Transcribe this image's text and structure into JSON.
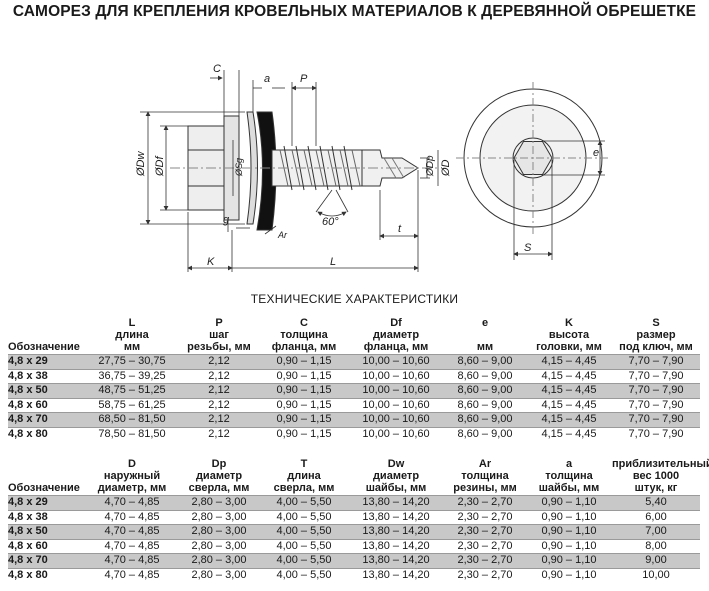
{
  "title": "САМОРЕЗ ДЛЯ КРЕПЛЕНИЯ КРОВЕЛЬНЫХ МАТЕРИАЛОВ К ДЕРЕВЯННОЙ ОБРЕШЕТКЕ",
  "drawing_labels": {
    "C": "C",
    "a": "a",
    "P": "P",
    "Dw": "ØDw",
    "Df": "ØDf",
    "Sg": "ØSg",
    "Dp": "ØDp",
    "D": "ØD",
    "g": "g",
    "Ar": "Ar",
    "angle": "60°",
    "t": "t",
    "K": "K",
    "L": "L",
    "e": "e",
    "S": "S"
  },
  "subtitle": "ТЕХНИЧЕСКИЕ ХАРАКТЕРИСТИКИ",
  "table1": {
    "headers": [
      {
        "l1": "",
        "l2": "",
        "l3": "Обозначение"
      },
      {
        "l1": "L",
        "l2": "длина",
        "l3": "мм"
      },
      {
        "l1": "P",
        "l2": "шаг",
        "l3": "резьбы, мм"
      },
      {
        "l1": "C",
        "l2": "толщина",
        "l3": "фланца, мм"
      },
      {
        "l1": "Df",
        "l2": "диаметр",
        "l3": "фланца, мм"
      },
      {
        "l1": "e",
        "l2": "",
        "l3": "мм"
      },
      {
        "l1": "K",
        "l2": "высота",
        "l3": "головки, мм"
      },
      {
        "l1": "S",
        "l2": "размер",
        "l3": "под ключ, мм"
      }
    ],
    "rows": [
      [
        "4,8 x 29",
        "27,75 – 30,75",
        "2,12",
        "0,90 – 1,15",
        "10,00 – 10,60",
        "8,60 – 9,00",
        "4,15 – 4,45",
        "7,70 – 7,90"
      ],
      [
        "4,8 x 38",
        "36,75 – 39,25",
        "2,12",
        "0,90 – 1,15",
        "10,00 – 10,60",
        "8,60 – 9,00",
        "4,15 – 4,45",
        "7,70 – 7,90"
      ],
      [
        "4,8 x 50",
        "48,75 – 51,25",
        "2,12",
        "0,90 – 1,15",
        "10,00 – 10,60",
        "8,60 – 9,00",
        "4,15 – 4,45",
        "7,70 – 7,90"
      ],
      [
        "4,8 x 60",
        "58,75 – 61,25",
        "2,12",
        "0,90 – 1,15",
        "10,00 – 10,60",
        "8,60 – 9,00",
        "4,15 – 4,45",
        "7,70 – 7,90"
      ],
      [
        "4,8 x 70",
        "68,50 – 81,50",
        "2,12",
        "0,90 – 1,15",
        "10,00 – 10,60",
        "8,60 – 9,00",
        "4,15 – 4,45",
        "7,70 – 7,90"
      ],
      [
        "4,8 x 80",
        "78,50 – 81,50",
        "2,12",
        "0,90 – 1,15",
        "10,00 – 10,60",
        "8,60 – 9,00",
        "4,15 – 4,45",
        "7,70 – 7,90"
      ]
    ]
  },
  "table2": {
    "headers": [
      {
        "l1": "",
        "l2": "",
        "l3": "Обозначение"
      },
      {
        "l1": "D",
        "l2": "наружный",
        "l3": "диаметр, мм"
      },
      {
        "l1": "Dp",
        "l2": "диаметр",
        "l3": "сверла, мм"
      },
      {
        "l1": "T",
        "l2": "длина",
        "l3": "сверла, мм"
      },
      {
        "l1": "Dw",
        "l2": "диаметр",
        "l3": "шайбы, мм"
      },
      {
        "l1": "Ar",
        "l2": "толщина",
        "l3": "резины, мм"
      },
      {
        "l1": "a",
        "l2": "толщина",
        "l3": "шайбы, мм"
      },
      {
        "l1": "приблизительный",
        "l2": "вес 1000",
        "l3": "штук, кг"
      }
    ],
    "rows": [
      [
        "4,8 x 29",
        "4,70 – 4,85",
        "2,80 – 3,00",
        "4,00 – 5,50",
        "13,80 – 14,20",
        "2,30 – 2,70",
        "0,90 – 1,10",
        "5,40"
      ],
      [
        "4,8 x 38",
        "4,70 – 4,85",
        "2,80 – 3,00",
        "4,00 – 5,50",
        "13,80 – 14,20",
        "2,30 – 2,70",
        "0,90 – 1,10",
        "6,00"
      ],
      [
        "4,8 x 50",
        "4,70 – 4,85",
        "2,80 – 3,00",
        "4,00 – 5,50",
        "13,80 – 14,20",
        "2,30 – 2,70",
        "0,90 – 1,10",
        "7,00"
      ],
      [
        "4,8 x 60",
        "4,70 – 4,85",
        "2,80 – 3,00",
        "4,00 – 5,50",
        "13,80 – 14,20",
        "2,30 – 2,70",
        "0,90 – 1,10",
        "8,00"
      ],
      [
        "4,8 x 70",
        "4,70 – 4,85",
        "2,80 – 3,00",
        "4,00 – 5,50",
        "13,80 – 14,20",
        "2,30 – 2,70",
        "0,90 – 1,10",
        "9,00"
      ],
      [
        "4,8 x 80",
        "4,70 – 4,85",
        "2,80 – 3,00",
        "4,00 – 5,50",
        "13,80 – 14,20",
        "2,30 – 2,70",
        "0,90 – 1,10",
        "10,00"
      ]
    ]
  }
}
